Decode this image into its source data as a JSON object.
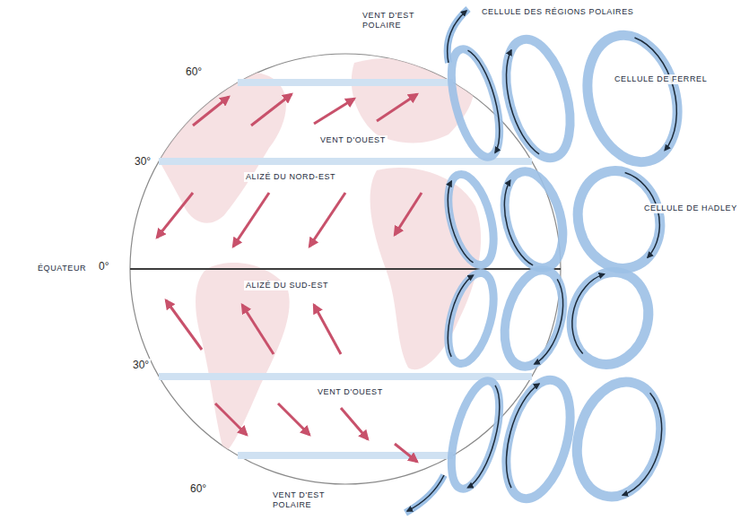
{
  "diagram": {
    "labels": [
      "VENT D'EST POLAIRE",
      "CELLULE DES RÉGIONS POLAIRES",
      "60°",
      "CELLULE DE FERREL",
      "VENT D'OUEST",
      "30°",
      "ALIZÉ DU NORD-EST",
      "CELLULE DE HADLEY",
      "ÉQUATEUR",
      "0°",
      "ALIZÉ DU SUD-EST",
      "30°",
      "VENT D'OUEST",
      "60°",
      "VENT D'EST POLAIRE"
    ]
  }
}
